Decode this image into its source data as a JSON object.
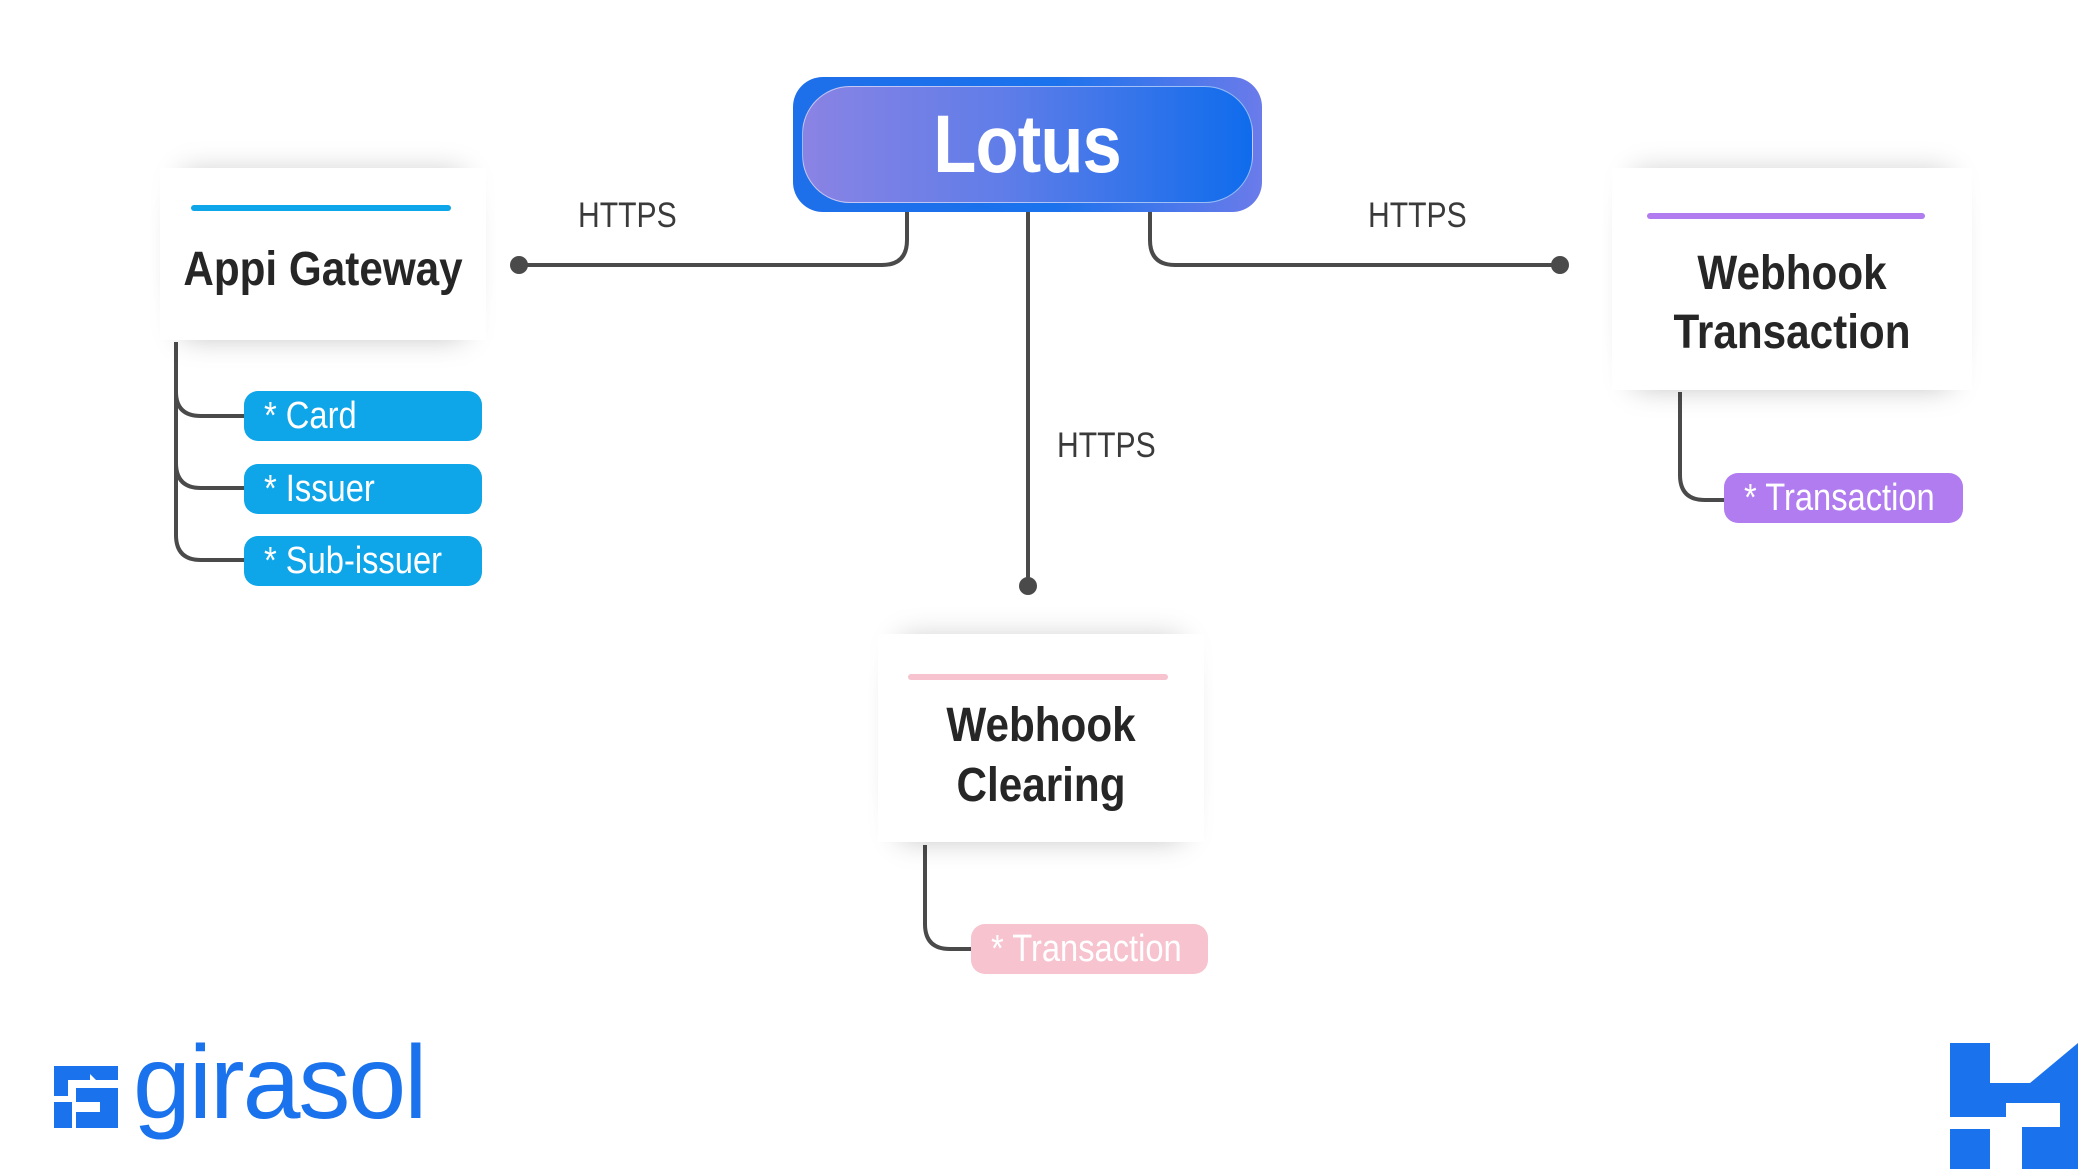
{
  "diagram": {
    "center": {
      "label": "Lotus"
    },
    "nodes": [
      {
        "id": "api-gateway",
        "title": "Appi Gateway",
        "connection": "HTTPS",
        "accent_color": "#0ea5e9",
        "items": [
          "* Card",
          "* Issuer",
          "* Sub-issuer"
        ]
      },
      {
        "id": "webhook-transaction",
        "title_line1": "Webhook",
        "title_line2": "Transaction",
        "connection": "HTTPS",
        "accent_color": "#b07cf0",
        "items": [
          "* Transaction"
        ]
      },
      {
        "id": "webhook-clearing",
        "title_line1": "Webhook",
        "title_line2": "Clearing",
        "connection": "HTTPS",
        "accent_color": "#f6c3cf",
        "items": [
          "* Transaction"
        ]
      }
    ],
    "line_color": "#4a4a4a",
    "primary_color": "#1a72ec"
  },
  "brand": {
    "name": "girasol"
  }
}
